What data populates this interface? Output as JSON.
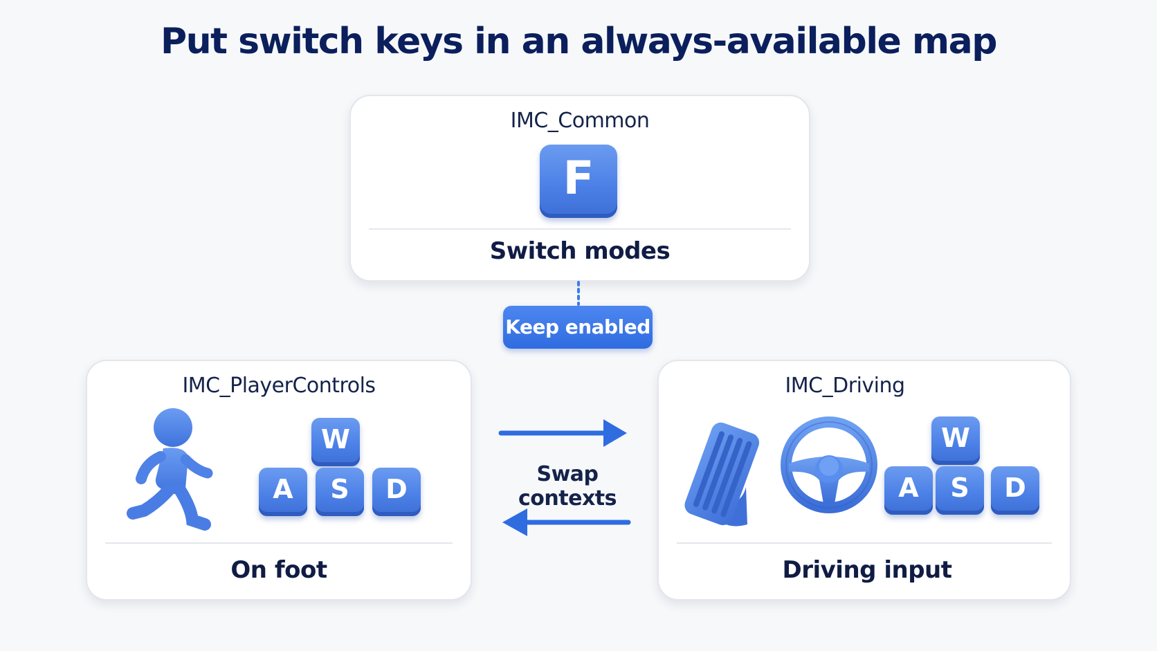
{
  "title": "Put switch keys in an always-available map",
  "common": {
    "title": "IMC_Common",
    "key": "F",
    "label": "Switch modes"
  },
  "connector_label": "Keep enabled",
  "player": {
    "title": "IMC_PlayerControls",
    "keys": [
      "W",
      "A",
      "S",
      "D"
    ],
    "label": "On foot"
  },
  "swap_label": "Swap contexts",
  "driving": {
    "title": "IMC_Driving",
    "keys": [
      "W",
      "A",
      "S",
      "D"
    ],
    "label": "Driving input"
  },
  "colors": {
    "accent": "#3d7be8",
    "title": "#0b1f5c"
  },
  "icons": [
    "walking-figure-icon",
    "pedal-icon",
    "steering-wheel-icon"
  ]
}
